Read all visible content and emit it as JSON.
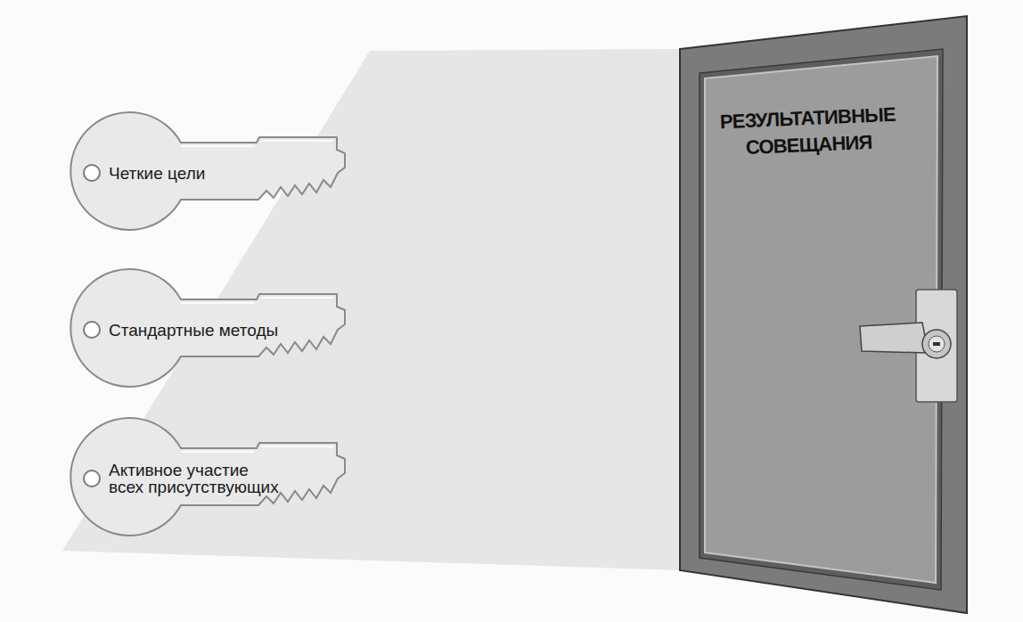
{
  "diagram": {
    "nodes": [
      {
        "text": [
          "Четкие цели"
        ]
      },
      {
        "text": [
          "Стандартные методы"
        ]
      },
      {
        "text": [
          "Активное участие всех присутствующих"
        ]
      },
      {
        "text": [
          "РЕЗУЛЬТАТИВНЫЕ СОВЕЩАНИЯ"
        ]
      }
    ]
  }
}
